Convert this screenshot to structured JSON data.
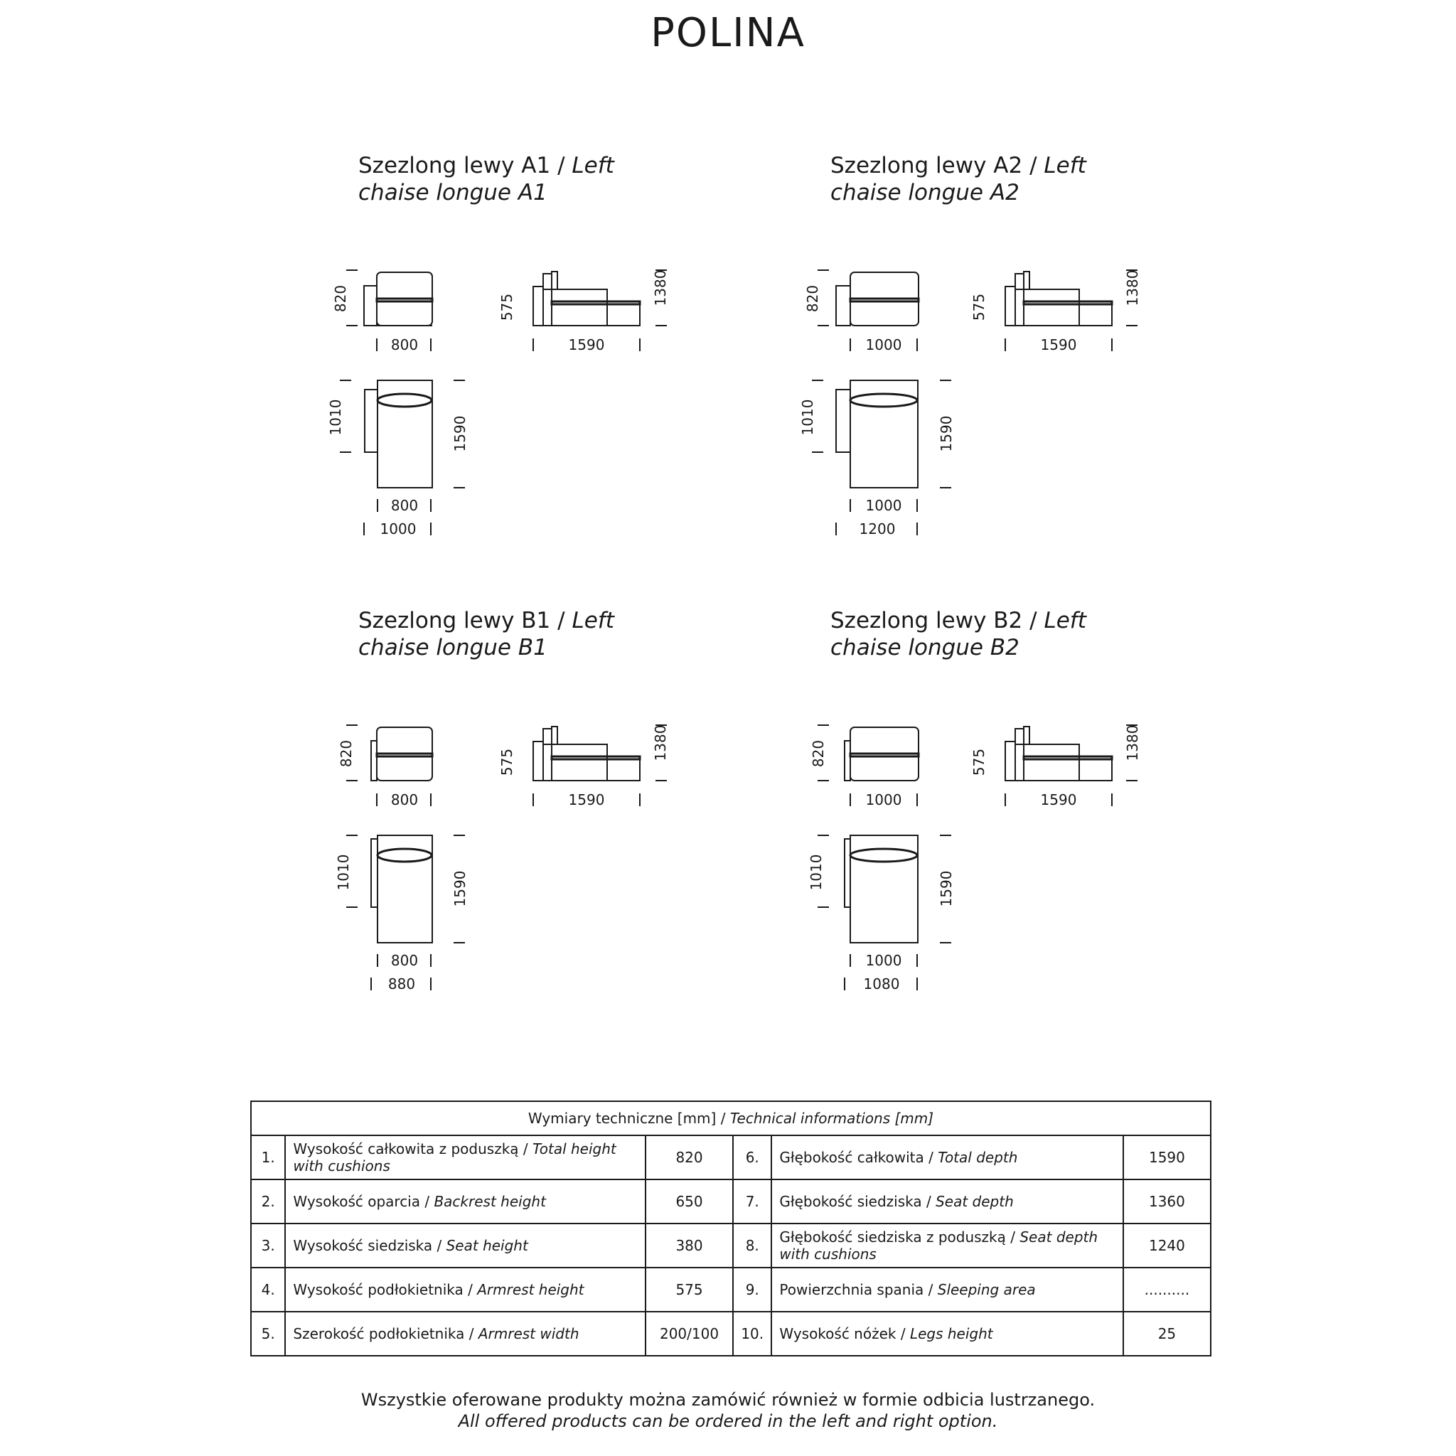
{
  "title": "POLINA",
  "sections": [
    {
      "pl": "Szezlong lewy A1 / ",
      "en": "Left chaise longue A1",
      "front_h": "820",
      "front_w": "800",
      "side_arm": "575",
      "side_h": "1380",
      "side_w": "1590",
      "top_depth": "1010",
      "top_len": "1590",
      "top_w_inner": "800",
      "top_w_outer": "1000"
    },
    {
      "pl": "Szezlong lewy A2 / ",
      "en": "Left chaise longue A2",
      "front_h": "820",
      "front_w": "1000",
      "side_arm": "575",
      "side_h": "1380",
      "side_w": "1590",
      "top_depth": "1010",
      "top_len": "1590",
      "top_w_inner": "1000",
      "top_w_outer": "1200"
    },
    {
      "pl": "Szezlong lewy B1 / ",
      "en": "Left chaise longue B1",
      "front_h": "820",
      "front_w": "800",
      "side_arm": "575",
      "side_h": "1380",
      "side_w": "1590",
      "top_depth": "1010",
      "top_len": "1590",
      "top_w_inner": "800",
      "top_w_outer": "880"
    },
    {
      "pl": "Szezlong lewy B2 / ",
      "en": "Left chaise longue B2",
      "front_h": "820",
      "front_w": "1000",
      "side_arm": "575",
      "side_h": "1380",
      "side_w": "1590",
      "top_depth": "1010",
      "top_len": "1590",
      "top_w_inner": "1000",
      "top_w_outer": "1080"
    }
  ],
  "table": {
    "header_pl": "Wymiary techniczne [mm] / ",
    "header_en": "Technical informations [mm]",
    "rows": [
      {
        "n1": "1.",
        "l1_pl": "Wysokość całkowita z poduszką / ",
        "l1_en": "Total height with cushions",
        "v1": "820",
        "n2": "6.",
        "l2_pl": "Głębokość całkowita / ",
        "l2_en": "Total depth",
        "v2": "1590"
      },
      {
        "n1": "2.",
        "l1_pl": "Wysokość oparcia / ",
        "l1_en": "Backrest  height",
        "v1": "650",
        "n2": "7.",
        "l2_pl": "Głębokość siedziska / ",
        "l2_en": "Seat depth",
        "v2": "1360"
      },
      {
        "n1": "3.",
        "l1_pl": "Wysokość siedziska / ",
        "l1_en": "Seat height",
        "v1": "380",
        "n2": "8.",
        "l2_pl": "Głębokość siedziska z poduszką / ",
        "l2_en": "Seat depth with cushions",
        "v2": "1240"
      },
      {
        "n1": "4.",
        "l1_pl": "Wysokość podłokietnika / ",
        "l1_en": "Armrest height",
        "v1": "575",
        "n2": "9.",
        "l2_pl": "Powierzchnia spania / ",
        "l2_en": "Sleeping area",
        "v2": ".........."
      },
      {
        "n1": "5.",
        "l1_pl": "Szerokość podłokietnika / ",
        "l1_en": "Armrest width",
        "v1": "200/100",
        "n2": "10.",
        "l2_pl": "Wysokość nóżek / ",
        "l2_en": "Legs  height",
        "v2": "25"
      }
    ]
  },
  "footer": {
    "pl": "Wszystkie oferowane produkty można zamówić również w formie odbicia lustrzanego.",
    "en": "All offered products can be ordered in the left and right option."
  }
}
